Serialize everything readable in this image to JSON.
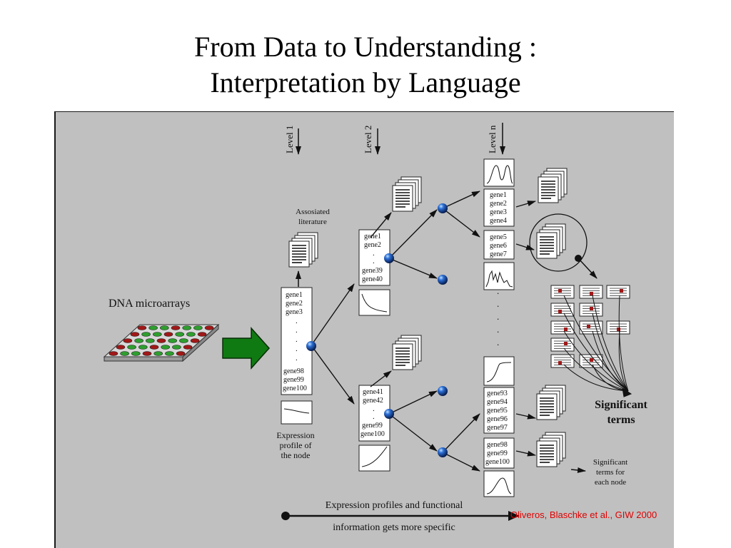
{
  "slide": {
    "title_line1": "From Data to Understanding :",
    "title_line2": "Interpretation by Language"
  },
  "diagram": {
    "levels": [
      "Level 1",
      "Level 2",
      "Level n"
    ],
    "dna_label": "DNA microarrays",
    "literature_label": [
      "Assosiated",
      "literature"
    ],
    "expression_label": [
      "Expression",
      "profile of",
      "the node"
    ],
    "level1_genes": [
      "gene1",
      "gene2",
      "gene3",
      "gene98",
      "gene99",
      "gene100"
    ],
    "level2_top_genes": [
      "gene1",
      "gene2",
      "gene39",
      "gene40"
    ],
    "level2_bottom_genes": [
      "gene41",
      "gene42",
      "gene99",
      "gene100"
    ],
    "leveln_genes_a": [
      "gene1",
      "gene2",
      "gene3",
      "gene4"
    ],
    "leveln_genes_b": [
      "gene5",
      "gene6",
      "gene7"
    ],
    "leveln_genes_c": [
      "gene93",
      "gene94",
      "gene95",
      "gene96",
      "gene97"
    ],
    "leveln_genes_d": [
      "gene98",
      "gene99",
      "gene100"
    ],
    "significant_terms": [
      "Significant",
      "terms"
    ],
    "significant_terms_node": [
      "Significant",
      "terms for",
      "each node"
    ],
    "bottom_caption": [
      "Expression profiles and functional",
      "information gets more specific"
    ],
    "credit": "Oliveros, Blaschke et al., GIW 2000"
  },
  "colors": {
    "panel_bg": "#c0c0c0",
    "node_blue": "#1b4fb3",
    "big_arrow_green": "#0f7a12",
    "spot_red": "#a01818",
    "spot_green": "#2e9e2e",
    "credit_red": "#e00000"
  }
}
